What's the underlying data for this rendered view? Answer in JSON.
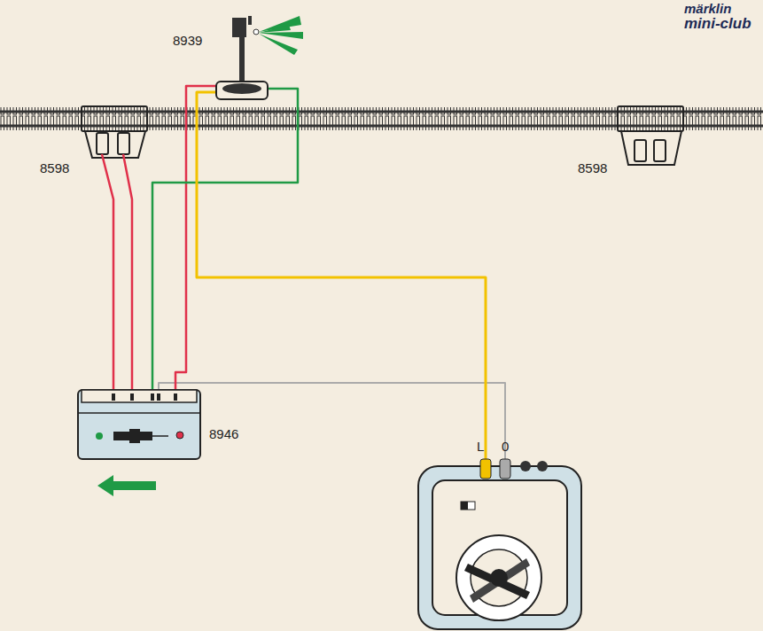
{
  "diagram": {
    "labels": [
      "märklin",
      "mini-club",
      "8939",
      "8598",
      "8598",
      "8946",
      "L",
      "0"
    ]
  }
}
